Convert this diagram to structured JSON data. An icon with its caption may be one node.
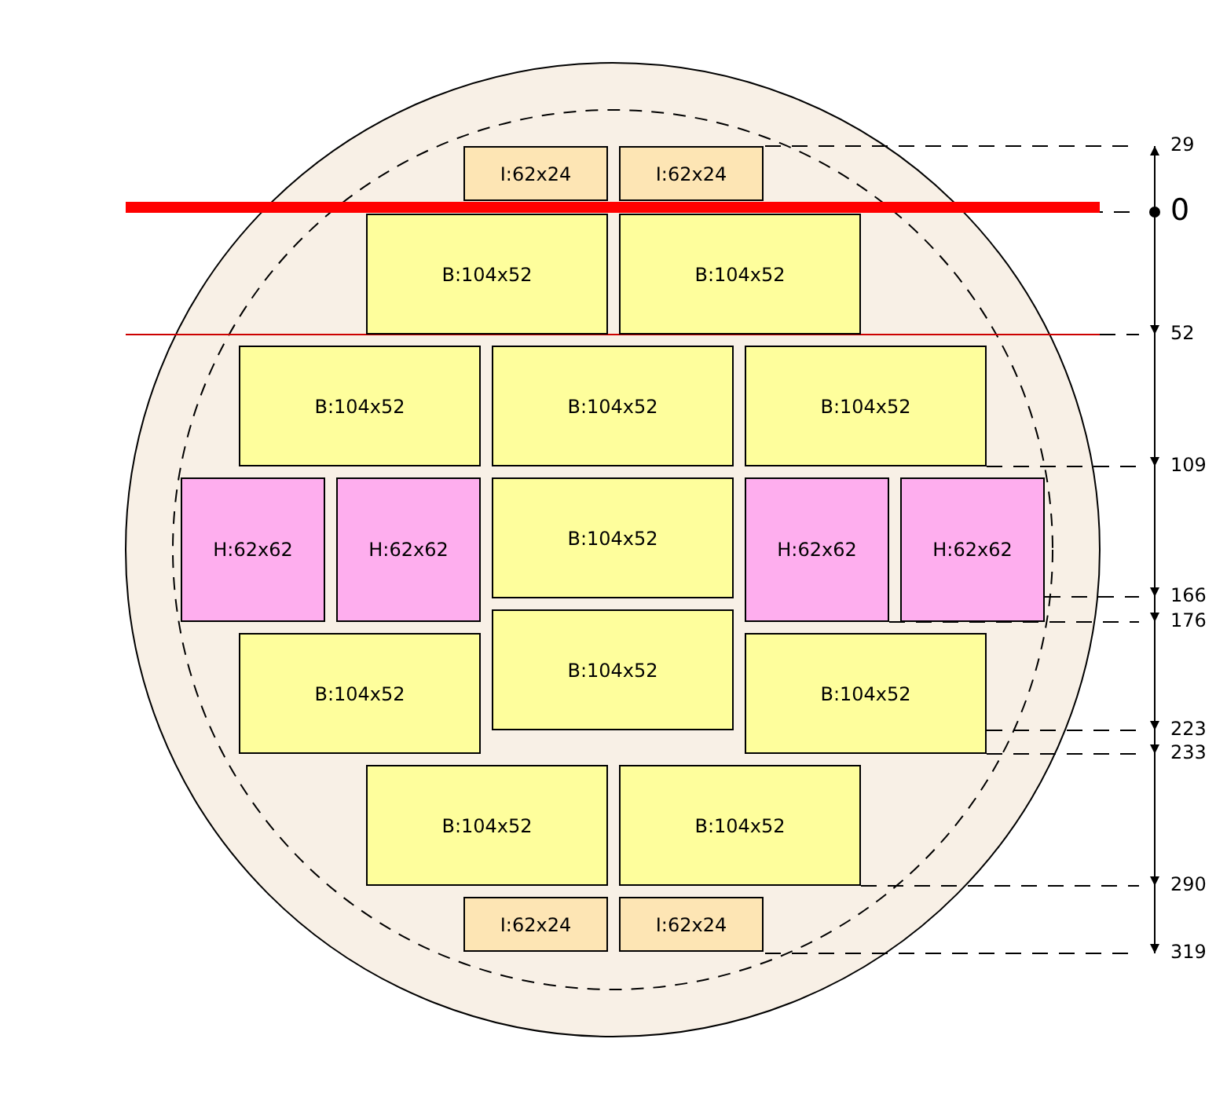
{
  "diagram": {
    "nodes": [
      {
        "text": [
          "I:62x24"
        ]
      },
      {
        "text": [
          "I:62x24"
        ]
      },
      {
        "text": [
          "B:104x52"
        ]
      },
      {
        "text": [
          "B:104x52"
        ]
      },
      {
        "text": [
          "B:104x52"
        ]
      },
      {
        "text": [
          "B:104x52"
        ]
      },
      {
        "text": [
          "B:104x52"
        ]
      },
      {
        "text": [
          "H:62x62"
        ]
      },
      {
        "text": [
          "H:62x62"
        ]
      },
      {
        "text": [
          "B:104x52"
        ]
      },
      {
        "text": [
          "H:62x62"
        ]
      },
      {
        "text": [
          "H:62x62"
        ]
      },
      {
        "text": [
          "B:104x52"
        ]
      },
      {
        "text": [
          "B:104x52"
        ]
      },
      {
        "text": [
          "B:104x52"
        ]
      },
      {
        "text": [
          "B:104x52"
        ]
      },
      {
        "text": [
          "B:104x52"
        ]
      },
      {
        "text": [
          "I:62x24"
        ]
      },
      {
        "text": [
          "I:62x24"
        ]
      }
    ],
    "labels": [
      "29",
      "0",
      "52",
      "109",
      "166",
      "176",
      "223",
      "233",
      "290",
      "319"
    ]
  }
}
